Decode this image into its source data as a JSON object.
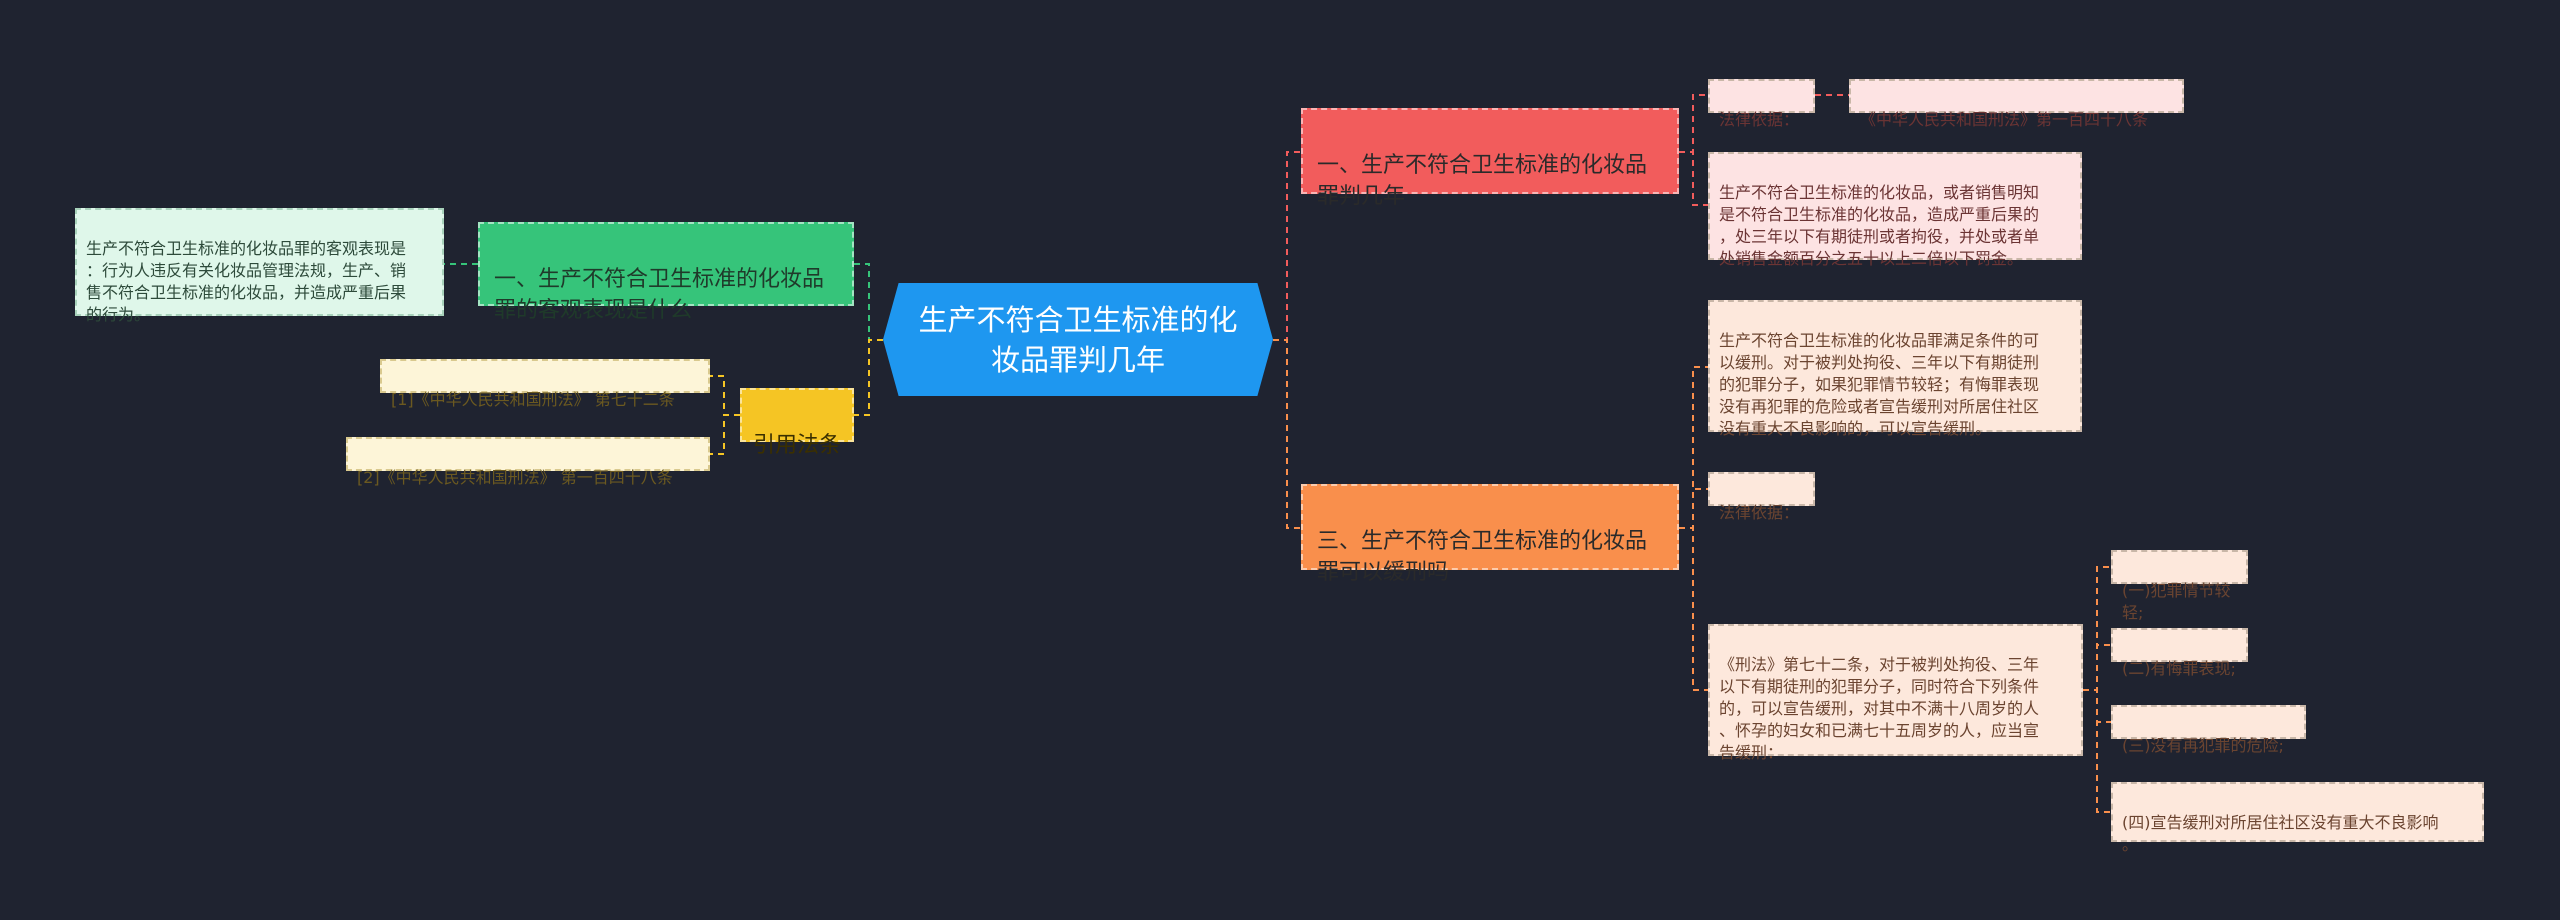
{
  "root": {
    "label": "生产不符合卫生标准的化\n妆品罪判几年"
  },
  "branch1": {
    "label": "一、生产不符合卫生标准的化妆品\n罪判几年",
    "basis_label": "法律依据：",
    "basis_law": "《中华人民共和国刑法》第一百四十八条",
    "detail": "生产不符合卫生标准的化妆品，或者销售明知\n是不符合卫生标准的化妆品，造成严重后果的\n，处三年以下有期徒刑或者拘役，并处或者单\n处销售金额百分之五十以上二倍以下罚金。"
  },
  "branch3": {
    "label": "三、生产不符合卫生标准的化妆品\n罪可以缓刑吗",
    "summary": "生产不符合卫生标准的化妆品罪满足条件的可\n以缓刑。对于被判处拘役、三年以下有期徒刑\n的犯罪分子，如果犯罪情节较轻；有悔罪表现\n没有再犯罪的危险或者宣告缓刑对所居住社区\n没有重大不良影响的，可以宣告缓刑。",
    "basis_label": "法律依据：",
    "article": "《刑法》第七十二条，对于被判处拘役、三年\n以下有期徒刑的犯罪分子，同时符合下列条件\n的，可以宣告缓刑，对其中不满十八周岁的人\n、怀孕的妇女和已满七十五周岁的人，应当宣\n告缓刑：",
    "conditions": [
      "(一)犯罪情节较轻;",
      "(二)有悔罪表现;",
      "(三)没有再犯罪的危险;",
      "(四)宣告缓刑对所居住社区没有重大不良影响\n。"
    ]
  },
  "branch2": {
    "label": "一、生产不符合卫生标准的化妆品\n罪的客观表现是什么",
    "detail": "生产不符合卫生标准的化妆品罪的客观表现是\n：行为人违反有关化妆品管理法规，生产、销\n售不符合卫生标准的化妆品，并造成严重后果\n的行为。"
  },
  "refs": {
    "label": "引用法条",
    "items": [
      "[1]《中华人民共和国刑法》 第七十二条",
      "[2]《中华人民共和国刑法》 第一百四十八条"
    ]
  },
  "colors": {
    "background": "#1f2330",
    "root": "#1e97f0",
    "red": "#f25c5c",
    "orange": "#f98f4c",
    "green": "#36c47a",
    "yellow": "#f5c524"
  }
}
